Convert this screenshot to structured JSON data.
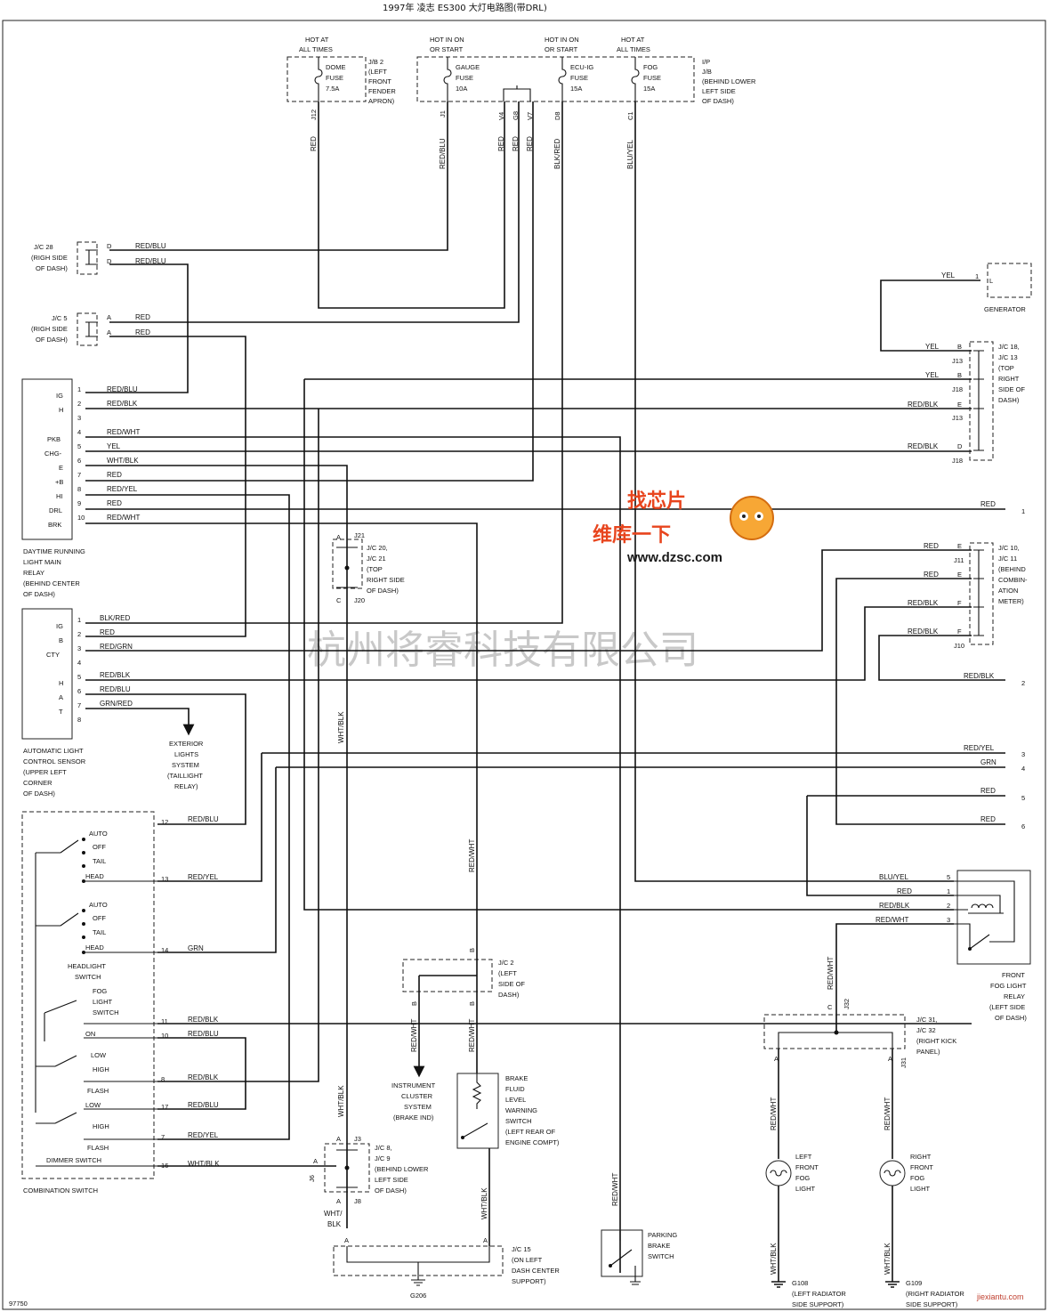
{
  "title": "1997年 凌志 ES300 大灯电路图(带DRL)",
  "figure_id": "97750",
  "watermarks": {
    "company": "杭州将睿科技有限公司",
    "logo_text": "维库一下",
    "logo_top": "找芯片",
    "url": "www.dzsc.com",
    "footer": "jiexiantu.com"
  },
  "fuses": {
    "power_states": [
      "HOT AT ALL TIMES",
      "HOT IN ON OR START",
      "HOT IN ON OR START",
      "HOT AT ALL TIMES"
    ],
    "dome": [
      "DOME",
      "FUSE",
      "7.5A"
    ],
    "gauge": [
      "GAUGE",
      "FUSE",
      "10A"
    ],
    "ecu": [
      "ECU-IG",
      "FUSE",
      "15A"
    ],
    "fog": [
      "FOG",
      "FUSE",
      "15A"
    ],
    "jb2_lines": [
      "J/B 2",
      "(LEFT",
      "FRONT",
      "FENDER",
      "APRON)"
    ],
    "ipjb_lines": [
      "I/P",
      "J/B",
      "(BEHIND LOWER",
      "LEFT SIDE",
      "OF DASH)"
    ],
    "pins": [
      "J12",
      "J1",
      "V4",
      "G8",
      "V7",
      "D8",
      "C1"
    ]
  },
  "wires": {
    "red": "RED",
    "red_blu": "RED/BLU",
    "red_blk": "RED/BLK",
    "red_wht": "RED/WHT",
    "red_yel": "RED/YEL",
    "red_grn": "RED/GRN",
    "wht_blk": "WHT/BLK",
    "blk_red": "BLK/RED",
    "blu_yel": "BLU/YEL",
    "grn_red": "GRN/RED",
    "grn": "GRN",
    "yel": "YEL",
    "wht_line1": "WHT/",
    "blk": "BLK"
  },
  "junctions": {
    "jc28": [
      "J/C 28",
      "(RIGH SIDE",
      "OF DASH)"
    ],
    "jc5": [
      "J/C 5",
      "(RIGH SIDE",
      "OF DASH)"
    ],
    "jc20": [
      "J/C 20,",
      "J/C 21",
      "(TOP",
      "RIGHT SIDE",
      "OF DASH)"
    ],
    "jc18": [
      "J/C 18,",
      "J/C 13",
      "(TOP",
      "RIGHT",
      "SIDE OF",
      "DASH)"
    ],
    "jc10": [
      "J/C 10,",
      "J/C 11",
      "(BEHIND",
      "COMBIN-",
      "ATION",
      "METER)"
    ],
    "jc2": [
      "J/C 2",
      "(LEFT",
      "SIDE OF",
      "DASH)"
    ],
    "jc8": [
      "J/C 8,",
      "J/C 9",
      "(BEHIND LOWER",
      "LEFT SIDE",
      "OF DASH)"
    ],
    "jc15": [
      "J/C 15",
      "(ON LEFT",
      "DASH CENTER",
      "SUPPORT)"
    ],
    "jc31": [
      "J/C 31,",
      "J/C 32",
      "(RIGHT KICK",
      "PANEL)"
    ]
  },
  "drl_relay": {
    "pins": [
      "IG",
      "H",
      "",
      "PKB",
      "CHG-",
      "E",
      "+B",
      "HI",
      "DRL",
      "BRK"
    ],
    "caption": [
      "DAYTIME RUNNING",
      "LIGHT MAIN",
      "RELAY",
      "(BEHIND CENTER",
      "OF DASH)"
    ]
  },
  "sensor": {
    "pins": [
      "IG",
      "B",
      "CTY",
      "",
      "H",
      "A",
      "T"
    ],
    "caption": [
      "AUTOMATIC LIGHT",
      "CONTROL SENSOR",
      "(UPPER LEFT",
      "CORNER",
      "OF DASH)"
    ]
  },
  "exterior_lights": [
    "EXTERIOR",
    "LIGHTS",
    "SYSTEM",
    "(TAILLIGHT",
    "RELAY)"
  ],
  "generator": {
    "pin": "L",
    "label": "GENERATOR"
  },
  "combo_switch": {
    "auto": "AUTO",
    "off": "OFF",
    "tail": "TAIL",
    "head": "HEAD",
    "headlight_switch": [
      "HEADLIGHT",
      "SWITCH"
    ],
    "fog_switch": [
      "FOG",
      "LIGHT",
      "SWITCH"
    ],
    "on": "ON",
    "low": "LOW",
    "high": "HIGH",
    "flash": "FLASH",
    "dimmer_switch": "DIMMER SWITCH",
    "caption": "COMBINATION SWITCH"
  },
  "fog_relay": [
    "FRONT",
    "FOG LIGHT",
    "RELAY",
    "(LEFT SIDE",
    "OF DASH)"
  ],
  "instrument_cluster": [
    "INSTRUMENT",
    "CLUSTER",
    "SYSTEM",
    "(BRAKE IND)"
  ],
  "brake_fluid": [
    "BRAKE",
    "FLUID",
    "LEVEL",
    "WARNING",
    "SWITCH",
    "(LEFT REAR OF",
    "ENGINE COMPT)"
  ],
  "parking_brake": [
    "PARKING",
    "BRAKE",
    "SWITCH"
  ],
  "left_fog": [
    "LEFT",
    "FRONT",
    "FOG",
    "LIGHT"
  ],
  "right_fog": [
    "RIGHT",
    "FRONT",
    "FOG",
    "LIGHT"
  ],
  "grounds": {
    "g206": "G206",
    "g108": [
      "G108",
      "(LEFT RADIATOR",
      "SIDE SUPPORT)"
    ],
    "g109": [
      "G109",
      "(RIGHT RADIATOR",
      "SIDE SUPPORT)"
    ]
  },
  "right_outputs": [
    "1",
    "2",
    "3",
    "4",
    "5",
    "6"
  ]
}
